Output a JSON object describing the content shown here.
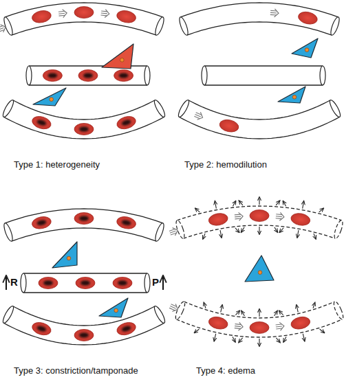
{
  "diagram": {
    "labels": [
      "Type 1: heterogeneity",
      "Type 2: hemodilution",
      "R",
      "P",
      "Type 3: constriction/tamponade",
      "Type 4: edema"
    ]
  }
}
